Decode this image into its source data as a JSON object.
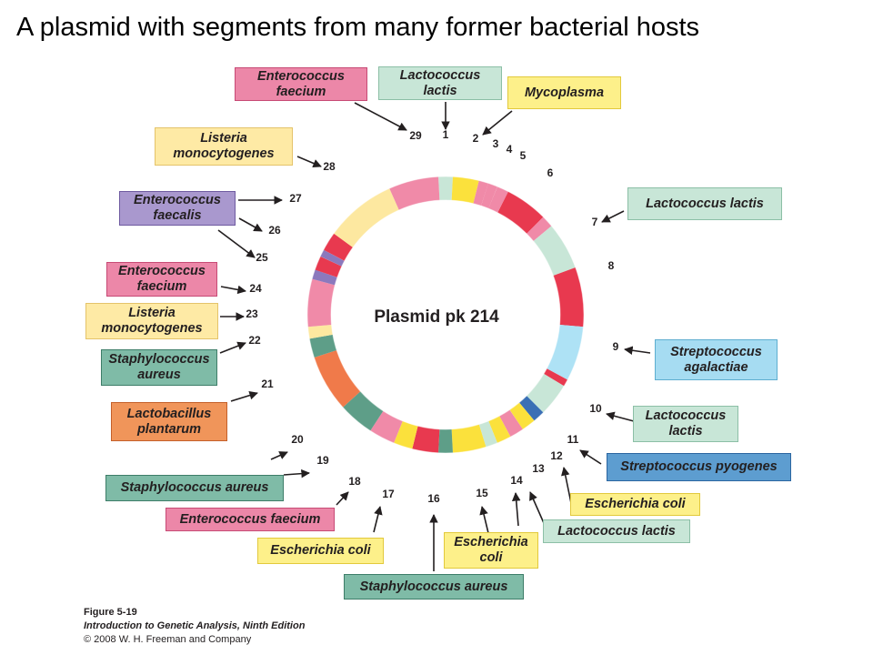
{
  "title": "A plasmid with segments from many former bacterial hosts",
  "center_label": "Plasmid pk 214",
  "caption": {
    "figure": "Figure 5-19",
    "book": "Introduction to Genetic Analysis, Ninth Edition",
    "copyright": "© 2008 W. H. Freeman and Company"
  },
  "segment_numbers": [
    "1",
    "2",
    "3",
    "4",
    "5",
    "6",
    "7",
    "8",
    "9",
    "10",
    "11",
    "12",
    "13",
    "14",
    "15",
    "16",
    "17",
    "18",
    "19",
    "20",
    "21",
    "22",
    "23",
    "24",
    "25",
    "26",
    "27",
    "28",
    "29"
  ],
  "host_labels": [
    {
      "text": "Enterococcus\nfaecium",
      "color": "pink"
    },
    {
      "text": "Lactococcus\nlactis",
      "color": "green"
    },
    {
      "text": "Mycoplasma",
      "color": "yellow"
    },
    {
      "text": "Listeria\nmonocytogenes",
      "color": "cream"
    },
    {
      "text": "Enterococcus\nfaecalis",
      "color": "purple"
    },
    {
      "text": "Lactococcus lactis",
      "color": "green"
    },
    {
      "text": "Enterococcus\nfaecium",
      "color": "pink"
    },
    {
      "text": "Listeria\nmonocytogenes",
      "color": "cream"
    },
    {
      "text": "Streptococcus\nagalactiae",
      "color": "blue"
    },
    {
      "text": "Staphylococcus\naureus",
      "color": "teal"
    },
    {
      "text": "Lactobacillus\nplantarum",
      "color": "orange"
    },
    {
      "text": "Lactococcus\nlactis",
      "color": "green"
    },
    {
      "text": "Streptococcus pyogenes",
      "color": "dblue"
    },
    {
      "text": "Staphylococcus aureus",
      "color": "teal"
    },
    {
      "text": "Escherichia coli",
      "color": "yellow"
    },
    {
      "text": "Lactococcus lactis",
      "color": "green"
    },
    {
      "text": "Enterococcus faecium",
      "color": "pink"
    },
    {
      "text": "Escherichia\ncoli",
      "color": "yellow"
    },
    {
      "text": "Escherichia coli",
      "color": "yellow"
    },
    {
      "text": "Staphylococcus aureus",
      "color": "teal"
    }
  ],
  "colors": {
    "red": "#e8394f",
    "pink": "#f08aa8",
    "green": "#c8e6d7",
    "yellow": "#fbe13c",
    "cream": "#fde8a0",
    "purple": "#8b79bd",
    "teal": "#5e9e88",
    "orange": "#f07a4a",
    "blue": "#aee2f5",
    "dblue": "#3a6fb5"
  }
}
